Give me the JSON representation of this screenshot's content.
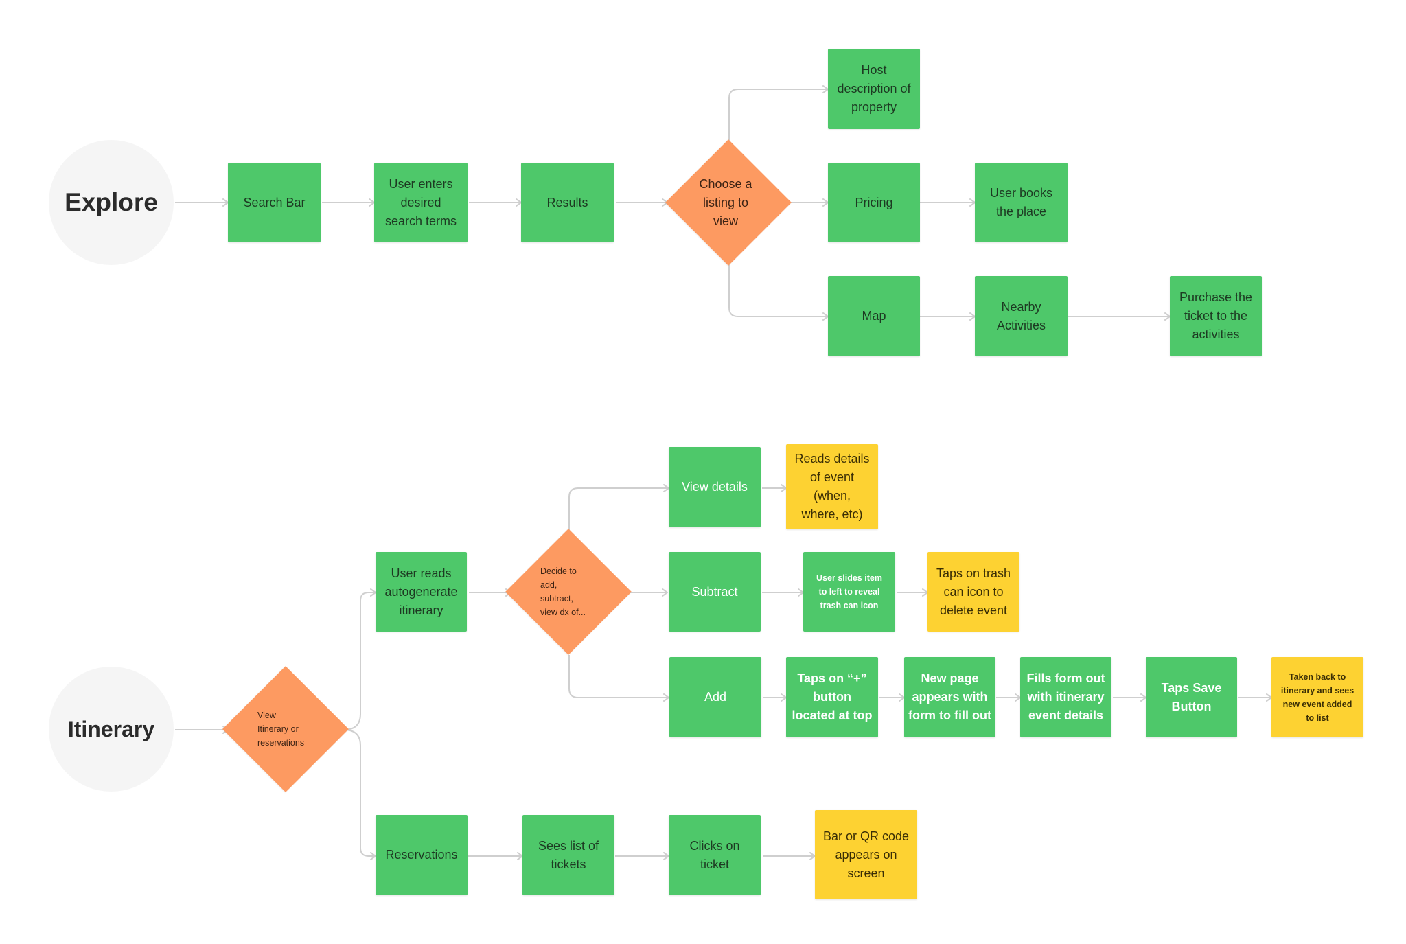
{
  "explore": {
    "title": "Explore",
    "search_bar": "Search Bar",
    "user_enters": "User enters\ndesired\nsearch terms",
    "results": "Results",
    "choose_listing": "Choose a\nlisting to\nview",
    "host_description": "Host\ndescription of\nproperty",
    "pricing": "Pricing",
    "user_books": "User books\nthe place",
    "map": "Map",
    "nearby": "Nearby\nActivities",
    "purchase": "Purchase the\nticket to the\nactivities"
  },
  "itinerary": {
    "title": "Itinerary",
    "view_decision": "View\nItinerary or\nreservations",
    "reads_auto": "User reads\nautogenerate\nitinerary",
    "decide": "Decide to\nadd,\nsubtract,\nview dx of...",
    "view_details": "View details",
    "reads_details": "Reads details\nof event\n(when,\nwhere, etc)",
    "subtract": "Subtract",
    "slides": "User slides item\nto left to reveal\ntrash can icon",
    "taps_trash": "Taps on trash\ncan icon to\ndelete event",
    "add": "Add",
    "taps_plus": "Taps on “+”\nbutton\nlocated at top",
    "new_page": "New page\nappears with\nform to fill out",
    "fills_form": "Fills form out\nwith itinerary\nevent  details",
    "taps_save": "Taps Save\nButton",
    "taken_back": "Taken back to\nitinerary and sees\nnew event added\nto list",
    "reservations": "Reservations",
    "sees_list": "Sees list of\ntickets",
    "clicks_ticket": "Clicks on\nticket",
    "bar_qr": "Bar or QR code\nappears on\nscreen"
  },
  "colors": {
    "action": "#4ec86a",
    "decision": "#fd9a61",
    "outcome": "#fdd232",
    "start": "#f5f5f5",
    "connector": "#cfcfcf"
  }
}
